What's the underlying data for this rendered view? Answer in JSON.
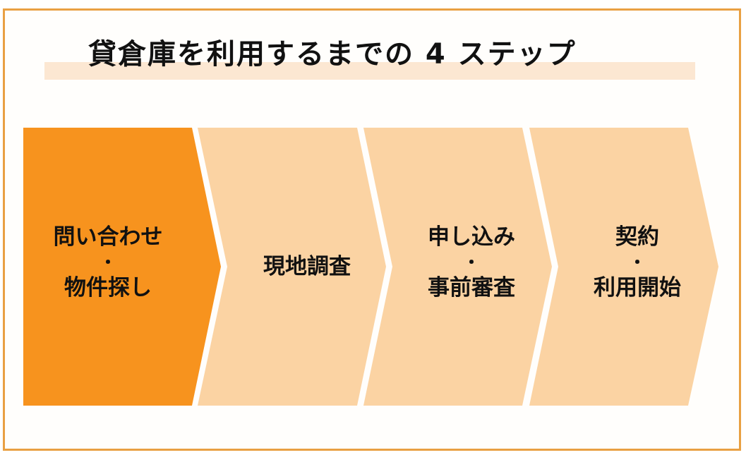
{
  "title": "貸倉庫を利用するまでの 4 ステップ",
  "colors": {
    "frame_border": "#E9A043",
    "title_highlight": "#FCE7D2",
    "active_step": "#F7931E",
    "inactive_step": "#FBD3A3",
    "text": "#111111"
  },
  "steps": [
    {
      "line1": "問い合わせ",
      "separator": "・",
      "line2": "物件探し",
      "active": true
    },
    {
      "line1": "現地調査",
      "separator": "",
      "line2": "",
      "active": false
    },
    {
      "line1": "申し込み",
      "separator": "・",
      "line2": "事前審査",
      "active": false
    },
    {
      "line1": "契約",
      "separator": "・",
      "line2": "利用開始",
      "active": false
    }
  ]
}
